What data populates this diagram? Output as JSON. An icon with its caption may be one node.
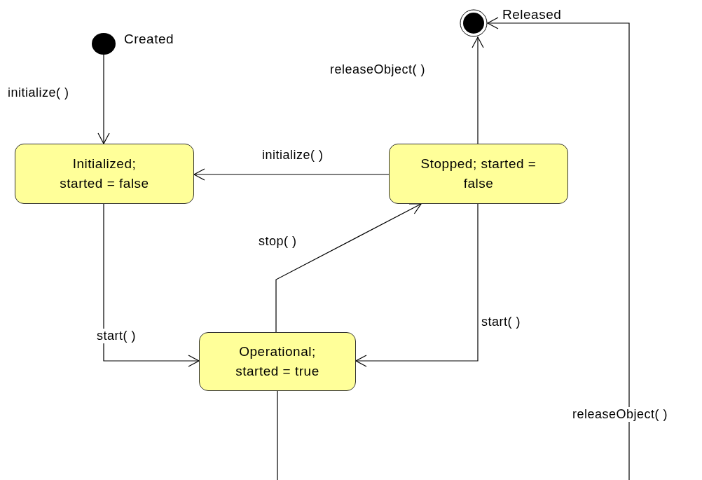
{
  "diagram": {
    "nodes": [
      {
        "text": [],
        "shape": "circle",
        "beside": [
          "Created"
        ]
      },
      {
        "text": [],
        "shape": "circle",
        "beside": [
          "Released"
        ]
      },
      {
        "text": [
          "Initialized; started = false"
        ]
      },
      {
        "text": [
          "Stopped; started = false"
        ]
      },
      {
        "text": [
          "Operational; started = true"
        ]
      }
    ],
    "edges": [
      {
        "from": 0,
        "to": 2,
        "arrow": "to",
        "label": "initialize( )"
      },
      {
        "from": 3,
        "to": 2,
        "arrow": "to",
        "label": "initialize( )"
      },
      {
        "from": 3,
        "to": 1,
        "arrow": "to",
        "label": "releaseObject( )"
      },
      {
        "from": 2,
        "to": 4,
        "arrow": "to",
        "label": "start( )"
      },
      {
        "from": 3,
        "to": 4,
        "arrow": "to",
        "label": "start( )"
      },
      {
        "from": 4,
        "to": 3,
        "arrow": "to",
        "label": "stop( )"
      },
      {
        "from": 4,
        "to": 1,
        "arrow": "to",
        "label": "releaseObject( )"
      }
    ]
  }
}
